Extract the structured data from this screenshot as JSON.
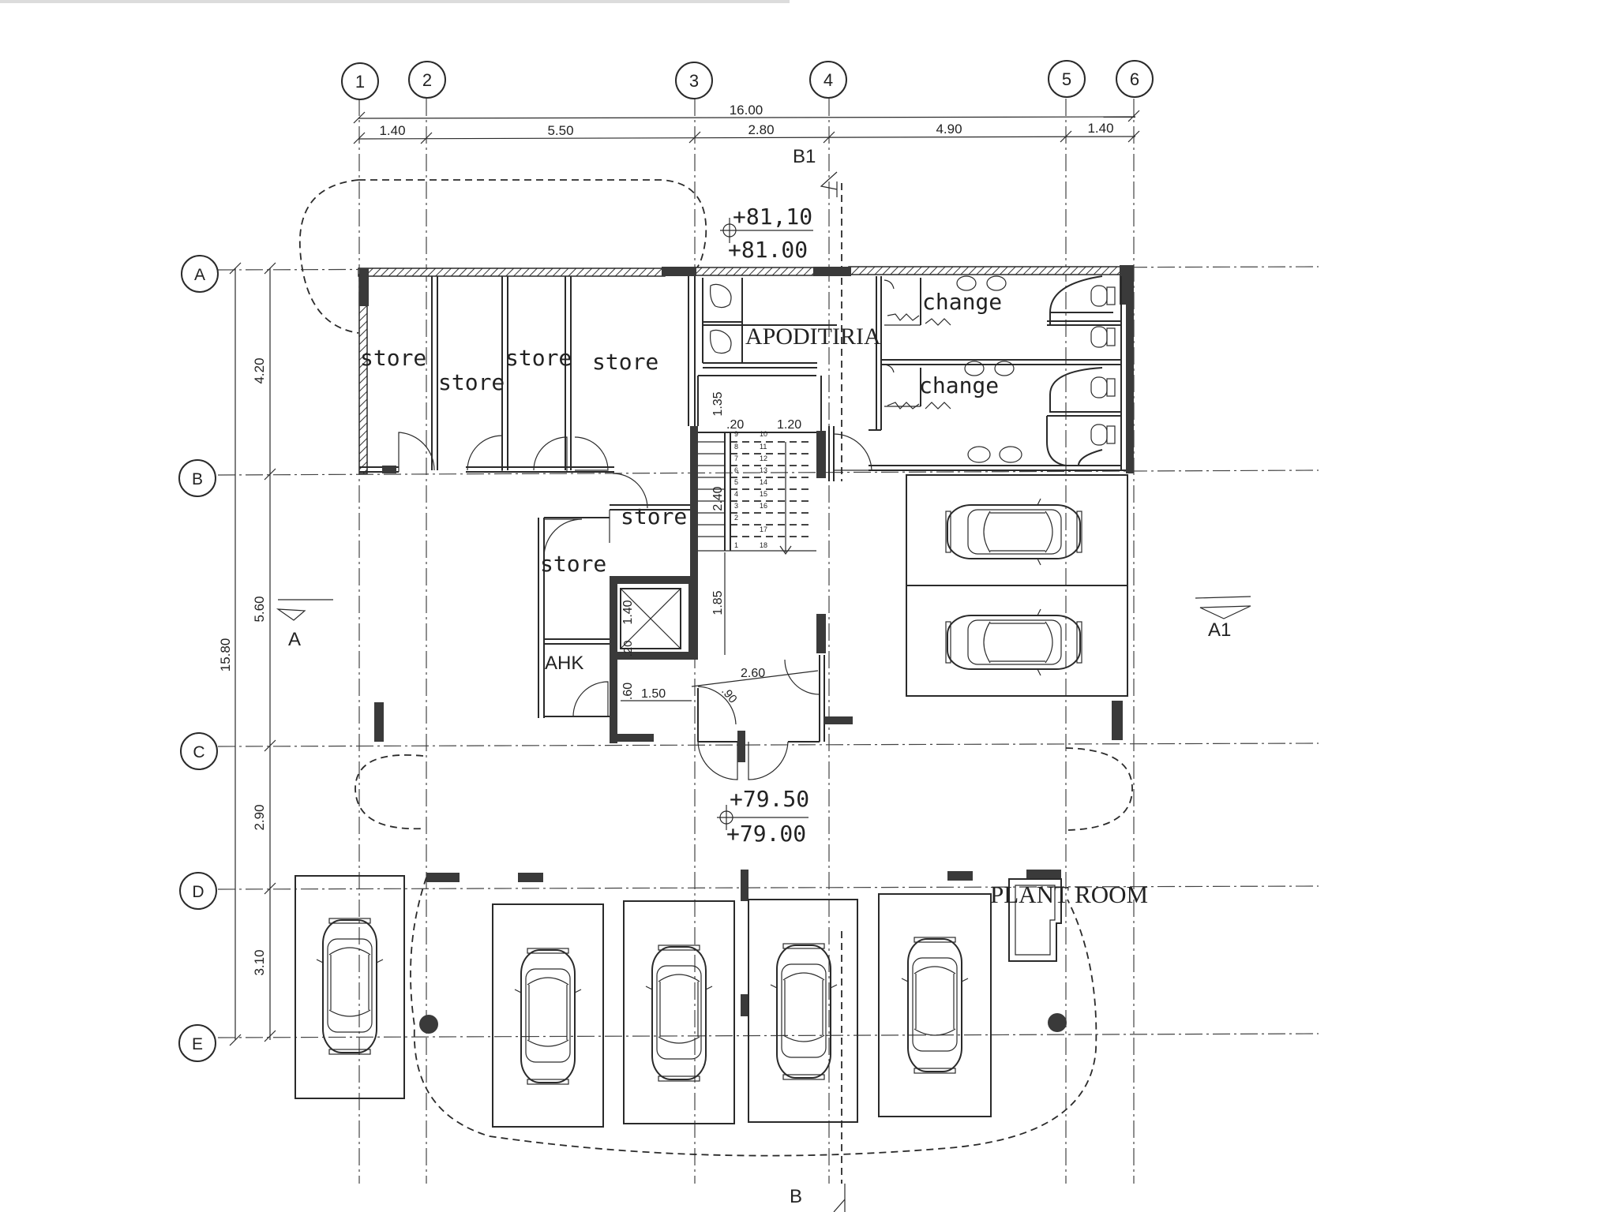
{
  "grid": {
    "columns": [
      "1",
      "2",
      "3",
      "4",
      "5",
      "6"
    ],
    "rows": [
      "A",
      "B",
      "C",
      "D",
      "E"
    ]
  },
  "dimensions": {
    "top_total": "16.00",
    "top_segments": [
      "1.40",
      "5.50",
      "2.80",
      "4.90",
      "1.40"
    ],
    "left_total": "15.80",
    "left_segments": [
      "4.20",
      "5.60",
      "2.90",
      "3.10"
    ],
    "stair": [
      "1.35",
      ".20",
      "1.20",
      "2.40",
      "1.85",
      "1.40",
      ".20",
      ".60",
      "1.50",
      "2.60",
      ".90"
    ]
  },
  "levels": {
    "upper_1": "+81,10",
    "upper_2": "+81.00",
    "lower_1": "+79.50",
    "lower_2": "+79.00"
  },
  "sections": {
    "b1": "B1",
    "b": "B",
    "a": "A",
    "a1": "A1"
  },
  "rooms": {
    "store_1": "store",
    "store_2": "store",
    "store_3": "store",
    "store_4": "store",
    "store_5": "store",
    "store_6": "store",
    "apoditiria": "APODITIRIA",
    "change_1": "change",
    "change_2": "change",
    "ahk": "AHK",
    "plant_room": "PLANT ROOM"
  },
  "stair_steps": {
    "left": [
      "9",
      "8",
      "7",
      "6",
      "5",
      "4",
      "3",
      "2",
      "1"
    ],
    "right": [
      "10",
      "11",
      "12",
      "13",
      "14",
      "15",
      "16",
      "17",
      "18"
    ]
  },
  "parking": {
    "upper_spaces": 2,
    "lower_spaces": 5
  }
}
